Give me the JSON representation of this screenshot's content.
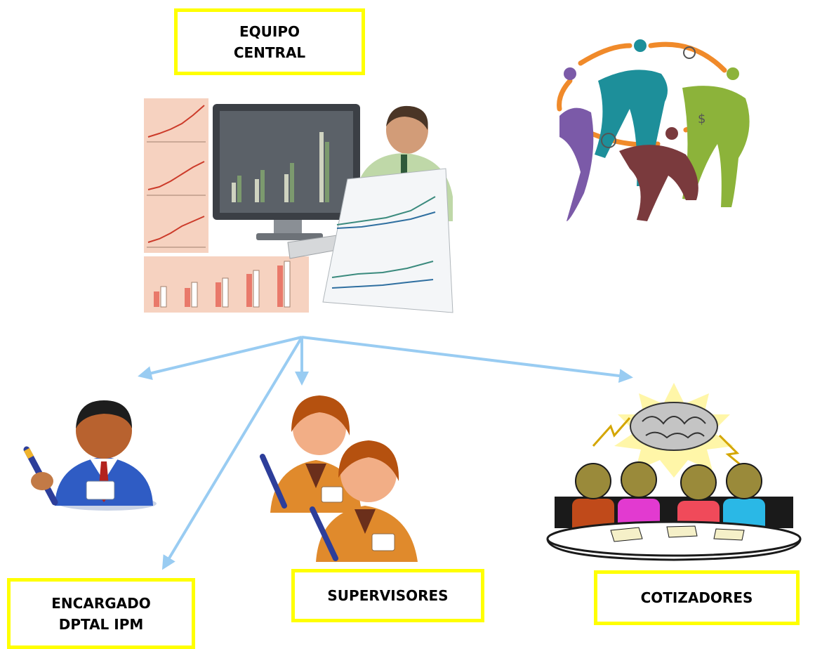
{
  "labels": {
    "central_line1": "EQUIPO",
    "central_line2": "CENTRAL",
    "encargado_line1": "ENCARGADO",
    "encargado_line2": "DPTAL IPM",
    "supervisores": "SUPERVISORES",
    "cotizadores": "COTIZADORES"
  },
  "colors": {
    "label_border": "#ffff00",
    "connector_arrow": "#99ccf2",
    "chart_panel": "#f6d2c0",
    "monitor": "#3b3f45"
  },
  "icons": {
    "central": "analyst-with-charts-illustration",
    "network": "connected-people-network-illustration",
    "encargado": "person-with-badge-and-pen-icon",
    "supervisores": "two-women-with-badges-and-pens-icon",
    "cotizadores": "team-brainstorm-table-icon"
  }
}
